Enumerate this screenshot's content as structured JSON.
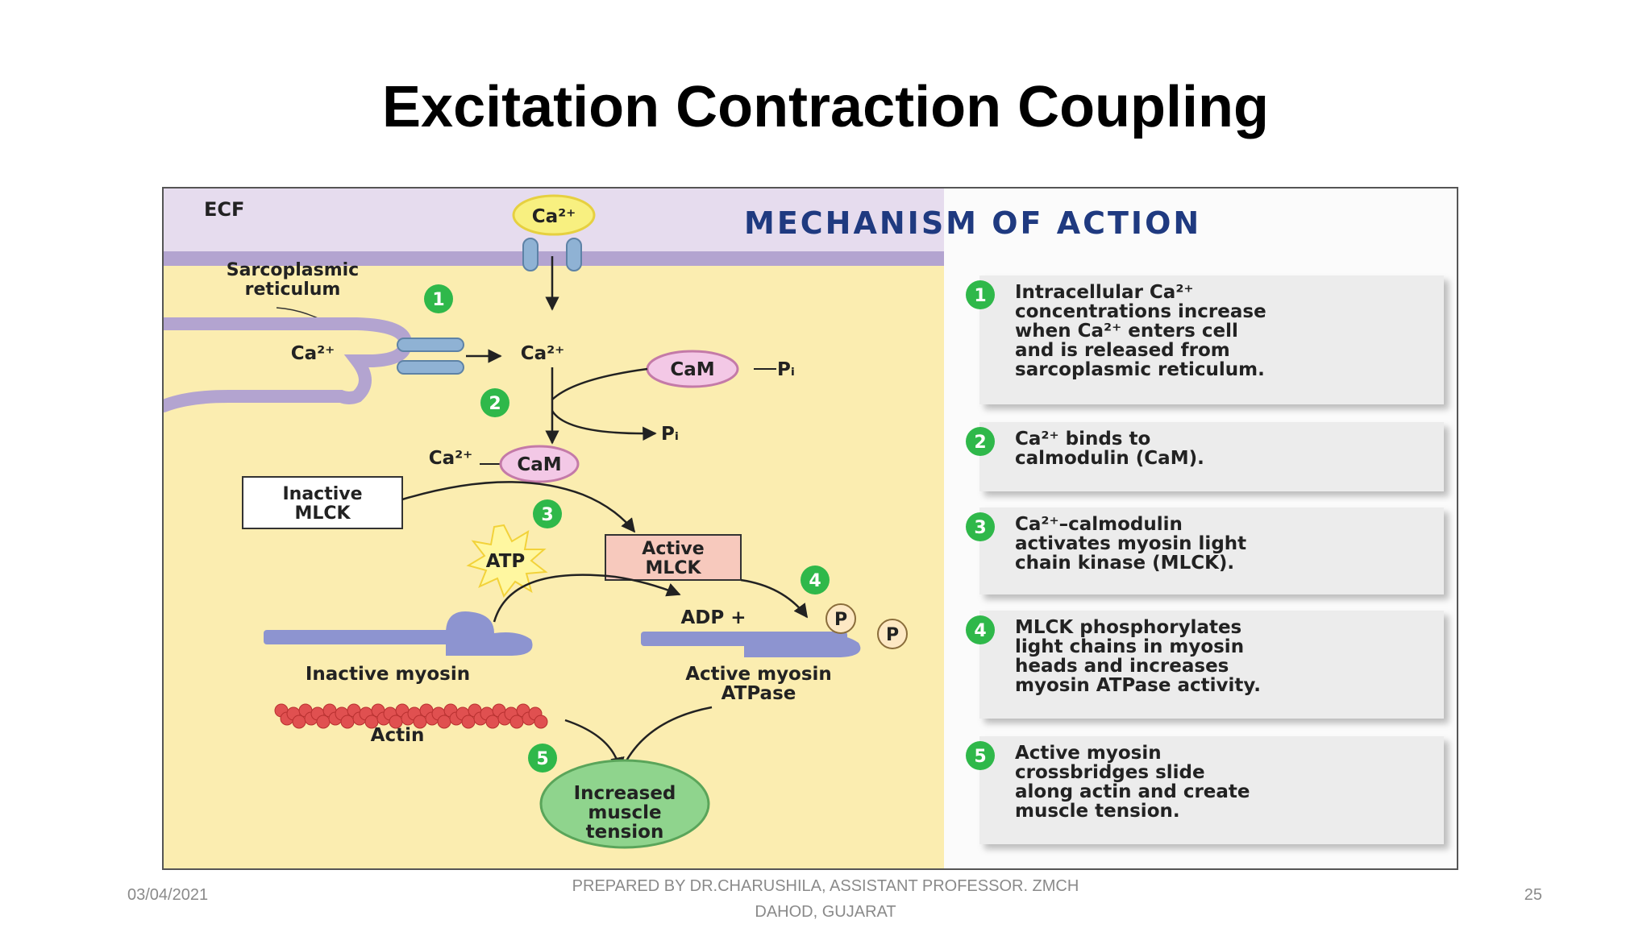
{
  "slide": {
    "title": "Excitation Contraction Coupling"
  },
  "figure": {
    "heading": "MECHANISM OF ACTION",
    "labels": {
      "ecf": "ECF",
      "ca_top": "Ca²⁺",
      "sr_line1": "Sarcoplasmic",
      "sr_line2": "reticulum",
      "ca_sr": "Ca²⁺",
      "ca_mid": "Ca²⁺",
      "cam_top": "CaM",
      "pi_top": "Pᵢ",
      "pi_mid": "Pᵢ",
      "ca_complex": "Ca²⁺",
      "cam_complex": "CaM",
      "inactive_mlck_1": "Inactive",
      "inactive_mlck_2": "MLCK",
      "active_mlck_1": "Active",
      "active_mlck_2": "MLCK",
      "atp": "ATP",
      "adp": "ADP +",
      "p1": "P",
      "p2": "P",
      "inactive_myosin": "Inactive myosin",
      "active_myosin_1": "Active myosin",
      "active_myosin_2": "ATPase",
      "actin": "Actin",
      "tension_1": "Increased",
      "tension_2": "muscle",
      "tension_3": "tension"
    },
    "step_badges": [
      "1",
      "2",
      "3",
      "4",
      "5"
    ],
    "steps": [
      {
        "num": "1",
        "lines": [
          "Intracellular Ca²⁺",
          "concentrations increase",
          "when Ca²⁺ enters cell",
          "and is released from",
          "sarcoplasmic reticulum."
        ]
      },
      {
        "num": "2",
        "lines": [
          "Ca²⁺ binds to",
          "calmodulin (CaM)."
        ]
      },
      {
        "num": "3",
        "lines": [
          "Ca²⁺–calmodulin",
          "activates myosin light",
          "chain kinase (MLCK)."
        ]
      },
      {
        "num": "4",
        "lines": [
          "MLCK phosphorylates",
          "light chains in myosin",
          "heads and increases",
          "myosin ATPase activity."
        ]
      },
      {
        "num": "5",
        "lines": [
          "Active myosin",
          "crossbridges slide",
          "along actin and create",
          "muscle tension."
        ]
      }
    ]
  },
  "footer": {
    "date": "03/04/2021",
    "credit_line1": "PREPARED BY DR.CHARUSHILA, ASSISTANT PROFESSOR. ZMCH",
    "credit_line2": "DAHOD, GUJARAT",
    "page": "25"
  },
  "colors": {
    "cytoplasm": "#fbedb0",
    "ecf": "#e6dcee",
    "membrane": "#b3a4d0",
    "badge": "#2fb84a",
    "heading": "#1f3a80",
    "calcium": "#f8f080",
    "cam": "#f3c8e6",
    "active_mlck": "#f7c9bd",
    "tension": "#8fd48d",
    "myosin": "#8d94d0",
    "actin": "#e05050"
  }
}
